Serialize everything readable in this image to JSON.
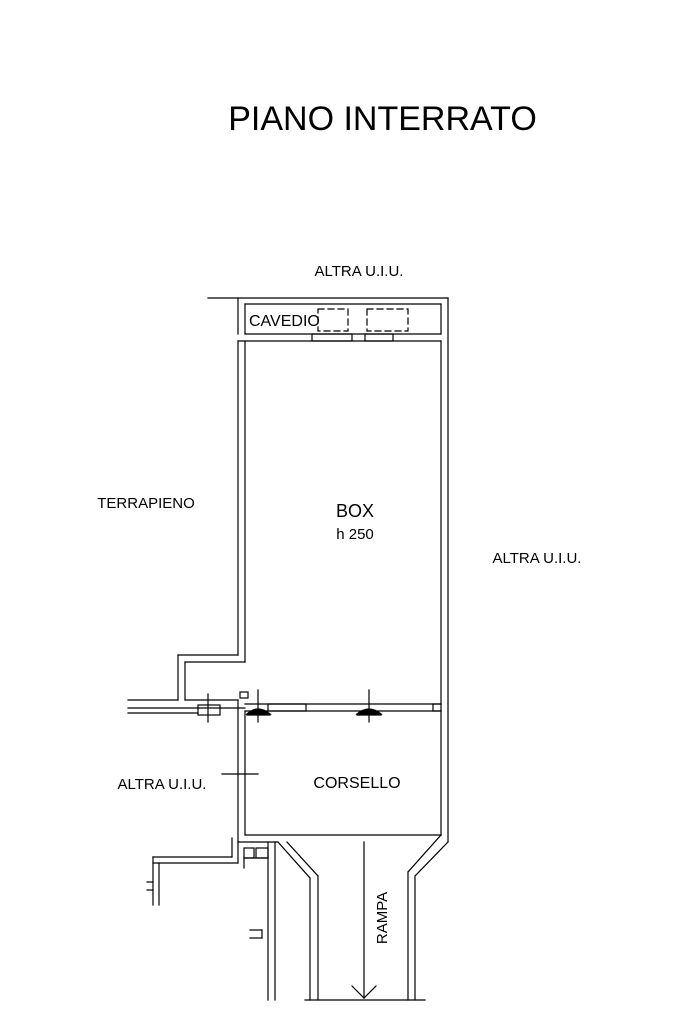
{
  "title": "PIANO INTERRATO",
  "labels": {
    "altra_top": "ALTRA U.I.U.",
    "cavedio": "CAVEDIO",
    "terrapieno": "TERRAPIENO",
    "box": "BOX",
    "box_height": "h 250",
    "altra_right": "ALTRA U.I.U.",
    "altra_left": "ALTRA U.I.U.",
    "corsello": "CORSELLO",
    "rampa": "RAMPA"
  }
}
